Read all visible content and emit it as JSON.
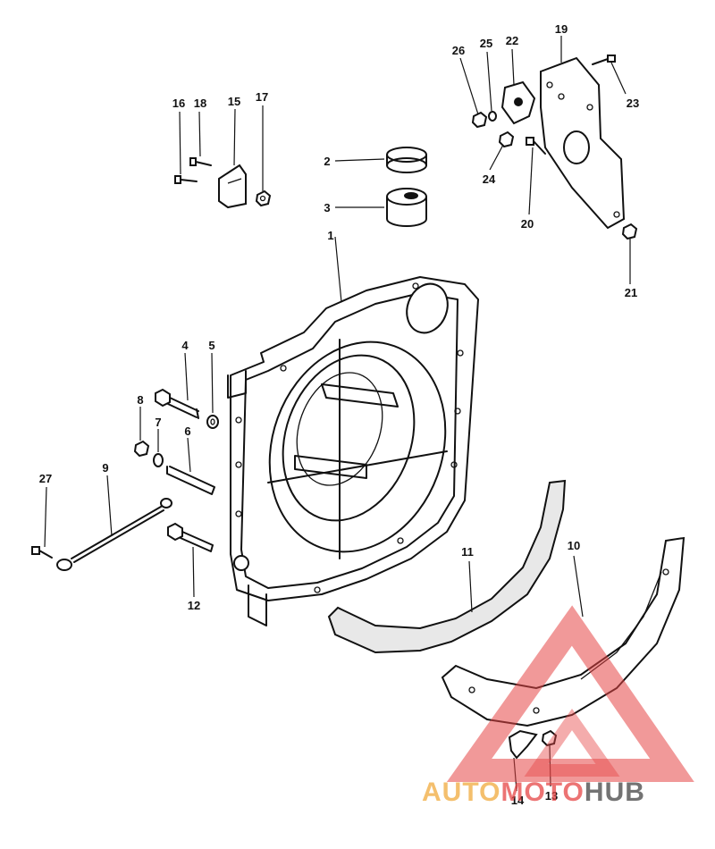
{
  "callouts": {
    "c1": "1",
    "c2": "2",
    "c3": "3",
    "c4": "4",
    "c5": "5",
    "c6": "6",
    "c7": "7",
    "c8": "8",
    "c9": "9",
    "c10": "10",
    "c11": "11",
    "c12": "12",
    "c13": "13",
    "c14": "14",
    "c15": "15",
    "c16": "16",
    "c17": "17",
    "c18": "18",
    "c19": "19",
    "c20": "20",
    "c21": "21",
    "c22": "22",
    "c23": "23",
    "c24": "24",
    "c25": "25",
    "c26": "26",
    "c27": "27"
  },
  "watermark": {
    "part1": "AUTO",
    "part2": "MOTO",
    "part3": "HUB",
    "colors": {
      "auto": "#f0aa3c",
      "moto": "#e64646",
      "hub": "#5a5a5a"
    }
  }
}
